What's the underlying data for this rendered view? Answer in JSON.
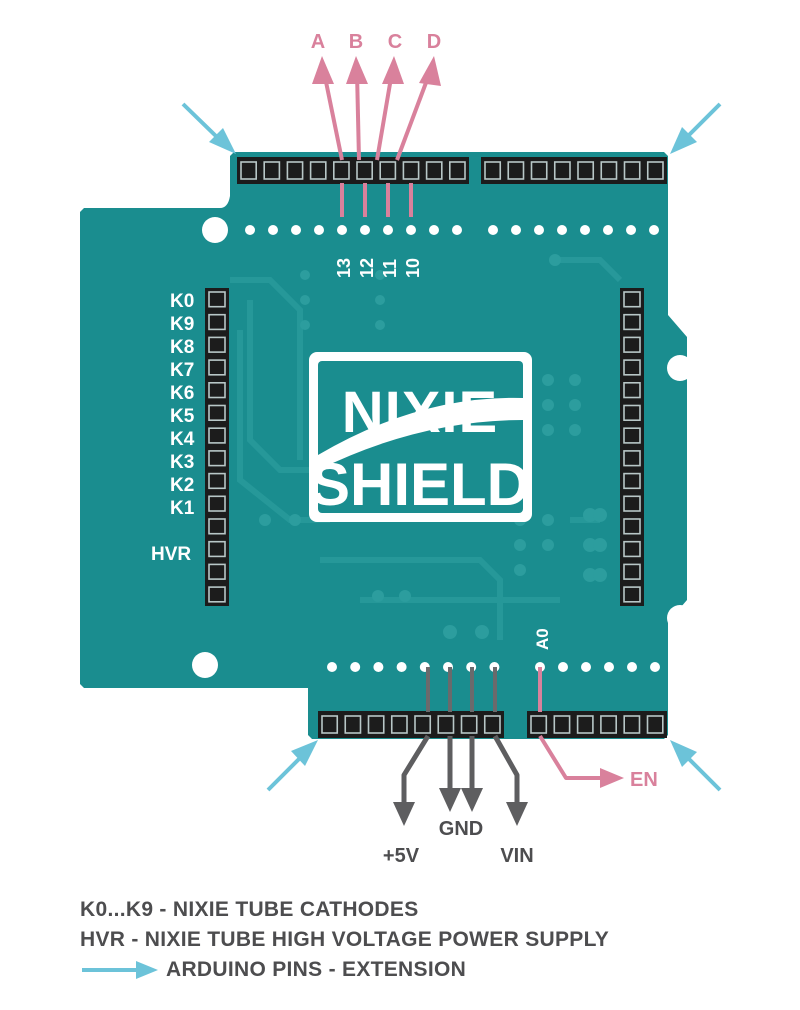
{
  "board": {
    "logo_line1": "NIXIE",
    "logo_line2": "SHIELD",
    "colors": {
      "board": "#1a8d8f",
      "board_light": "#2a9b9c",
      "header": "#1c1c1c",
      "pink": "#d9819c",
      "gray": "#5e5e60",
      "blue": "#6cc3d9"
    }
  },
  "top_outputs": [
    "A",
    "B",
    "C",
    "D"
  ],
  "top_pin_numbers": [
    "13",
    "12",
    "11",
    "10"
  ],
  "cathode_labels": [
    "K0",
    "K9",
    "K8",
    "K7",
    "K6",
    "K5",
    "K4",
    "K3",
    "K2",
    "K1"
  ],
  "hvr_label": "HVR",
  "a0_label": "A0",
  "en_label": "EN",
  "power_labels": {
    "v5": "+5V",
    "gnd": "GND",
    "vin": "VIN"
  },
  "legend": {
    "line1": "K0...K9 - NIXIE TUBE CATHODES",
    "line2": "HVR - NIXIE TUBE HIGH VOLTAGE POWER SUPPLY",
    "line3": "ARDUINO PINS - EXTENSION"
  },
  "icons": [
    "arrow-up-icon",
    "arrow-down-icon",
    "extension-arrow-icon"
  ]
}
